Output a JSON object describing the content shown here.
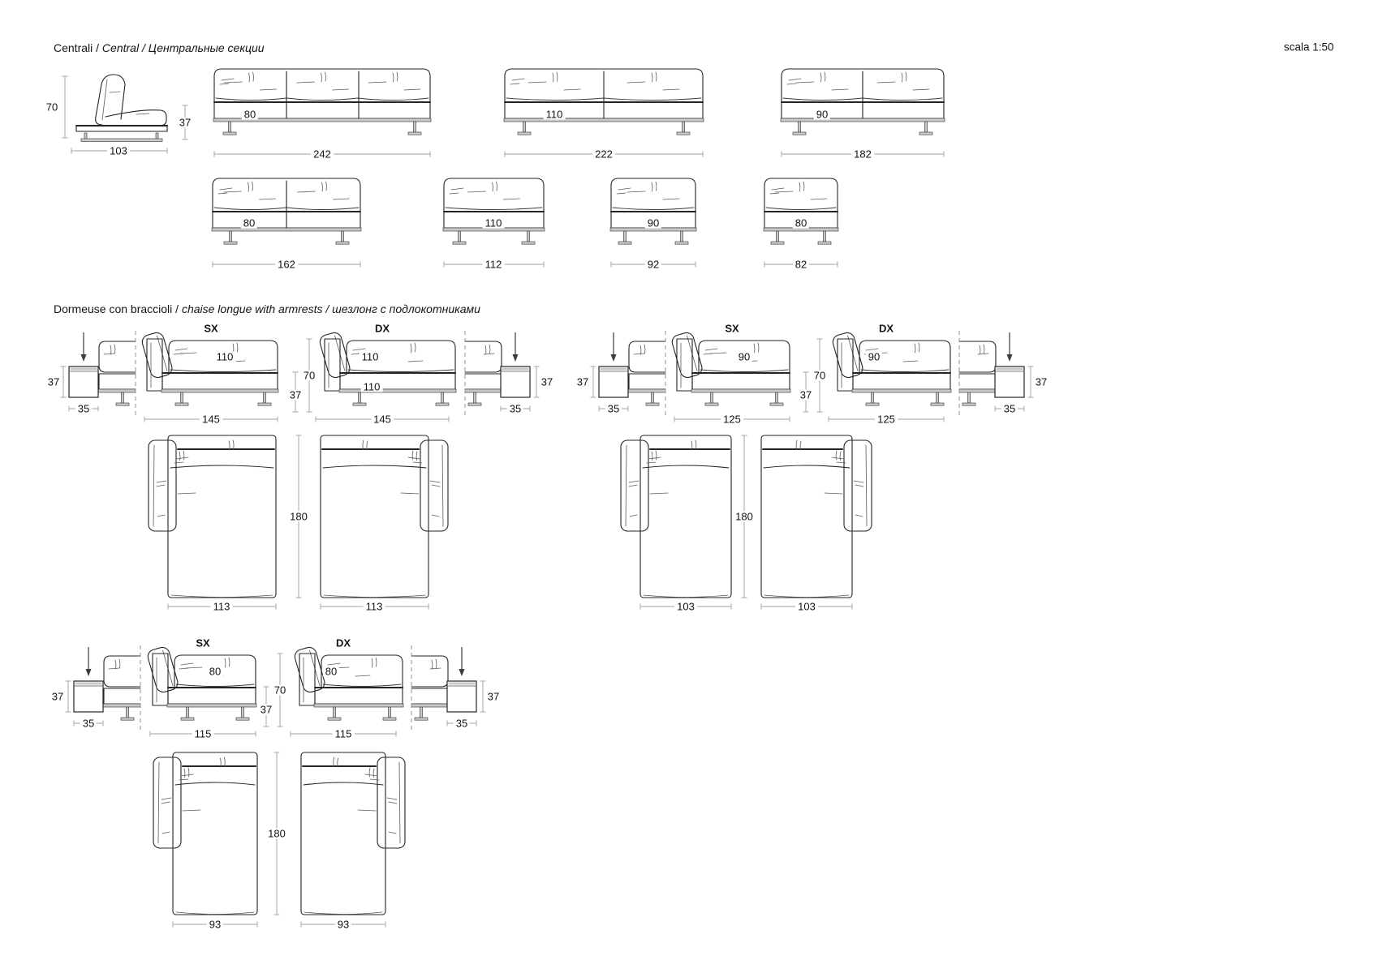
{
  "page": {
    "scale_note": "scala 1:50",
    "palette": {
      "ink": "#242424",
      "dim_line": "#b4b4b4",
      "metal": "#c9c9c9"
    }
  },
  "sections": {
    "centrali": {
      "title": {
        "plain": "Centrali / ",
        "italic": "Central / Центральные секции"
      },
      "side_view": {
        "height": "70",
        "seat_height": "37",
        "depth": "103"
      },
      "sofas": [
        {
          "module": "80",
          "width": "242"
        },
        {
          "module": "110",
          "width": "222"
        },
        {
          "module": "90",
          "width": "182"
        },
        {
          "module": "80",
          "width": "162"
        },
        {
          "module": "110",
          "width": "112"
        },
        {
          "module": "90",
          "width": "92"
        },
        {
          "module": "80",
          "width": "82"
        }
      ]
    },
    "dormeuse": {
      "title": {
        "plain": "Dormeuse con braccioli / ",
        "italic": "chaise longue with armrests / шезлонг с подлокотниками"
      },
      "groups": [
        {
          "sx": {
            "label": "SX",
            "module": "110",
            "width": "145",
            "plan_width": "113"
          },
          "dx": {
            "label": "DX",
            "module": "110",
            "base_module": "110",
            "width": "145",
            "plan_width": "113"
          },
          "heights": {
            "total": "70",
            "seat": "37"
          },
          "side_tables": {
            "left": {
              "height": "37",
              "width": "35"
            },
            "right": {
              "height": "37",
              "width": "35"
            }
          },
          "plan_depth": "180"
        },
        {
          "sx": {
            "label": "SX",
            "module": "90",
            "width": "125",
            "plan_width": "103"
          },
          "dx": {
            "label": "DX",
            "module": "90",
            "width": "125",
            "plan_width": "103"
          },
          "heights": {
            "total": "70",
            "seat": "37"
          },
          "side_tables": {
            "left": {
              "height": "37",
              "width": "35"
            },
            "right": {
              "height": "37",
              "width": "35"
            }
          },
          "plan_depth": "180"
        },
        {
          "sx": {
            "label": "SX",
            "module": "80",
            "width": "115",
            "plan_width": "93"
          },
          "dx": {
            "label": "DX",
            "module": "80",
            "width": "115",
            "plan_width": "93"
          },
          "heights": {
            "total": "70",
            "seat": "37"
          },
          "side_tables": {
            "left": {
              "height": "37",
              "width": "35"
            },
            "right": {
              "height": "37",
              "width": "35"
            }
          },
          "plan_depth": "180"
        }
      ]
    }
  }
}
